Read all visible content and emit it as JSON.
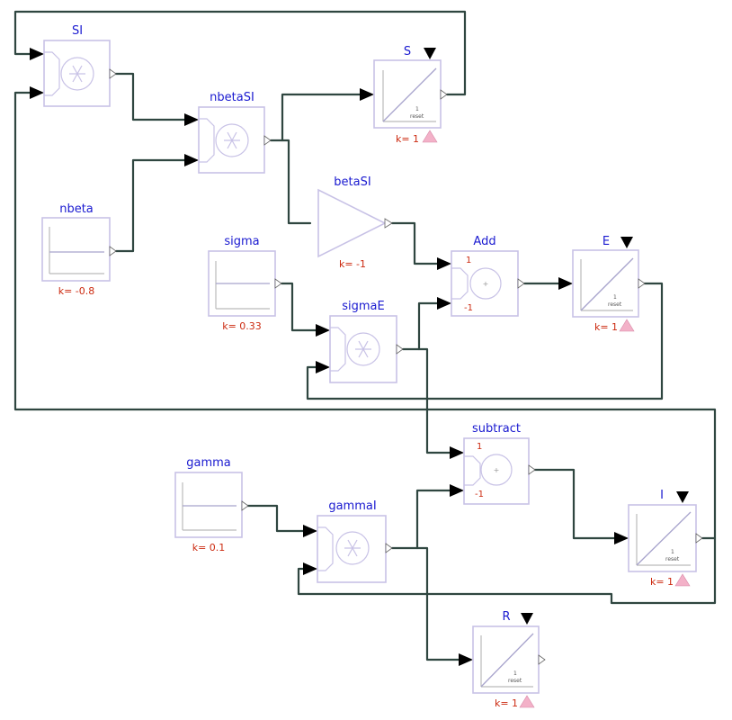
{
  "blocks": {
    "SI": {
      "title": "SI"
    },
    "nbetaSI": {
      "title": "nbetaSI"
    },
    "S": {
      "title": "S",
      "param": "k= 1",
      "reset": "reset",
      "one": "1"
    },
    "nbeta": {
      "title": "nbeta",
      "param": "k= -0.8"
    },
    "betaSI": {
      "title": "betaSI",
      "param": "k= -1"
    },
    "sigma": {
      "title": "sigma",
      "param": "k= 0.33"
    },
    "sigmaE": {
      "title": "sigmaE"
    },
    "Add": {
      "title": "Add",
      "in1": "1",
      "in2": "-1"
    },
    "E": {
      "title": "E",
      "param": "k= 1",
      "reset": "reset",
      "one": "1"
    },
    "subtract": {
      "title": "subtract",
      "in1": "1",
      "in2": "-1"
    },
    "gamma": {
      "title": "gamma",
      "param": "k= 0.1"
    },
    "gammaI": {
      "title": "gammaI"
    },
    "I": {
      "title": "I",
      "param": "k= 1",
      "reset": "reset",
      "one": "1"
    },
    "R": {
      "title": "R",
      "param": "k= 1",
      "reset": "reset",
      "one": "1"
    }
  }
}
